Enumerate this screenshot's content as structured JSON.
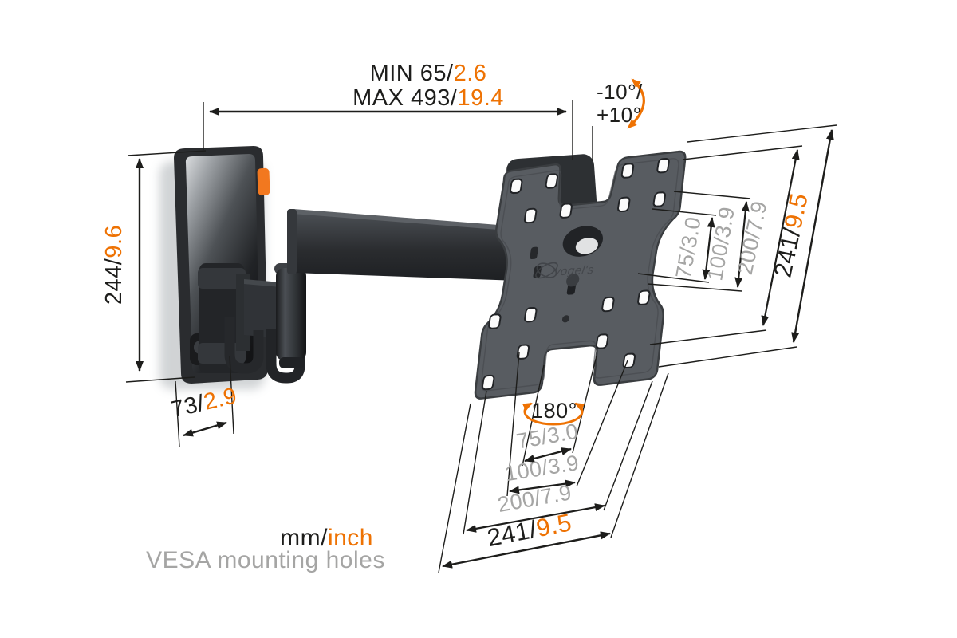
{
  "dimensions": {
    "extension": {
      "min_mm": "MIN 65/",
      "min_inch": "2.6",
      "max_mm": "MAX 493/",
      "max_inch": "19.4"
    },
    "tilt": {
      "line1": "-10°/",
      "line2": "+10°"
    },
    "bracket_height": {
      "mm": "244/",
      "inch": "9.6"
    },
    "bracket_width": {
      "mm": "73/",
      "inch": "2.9"
    },
    "swivel": "180°",
    "vesa_vertical": {
      "v75": "75/3.0",
      "v100": "100/3.9",
      "v200": "200/7.9",
      "v241_mm": "241/",
      "v241_inch": "9.5"
    },
    "vesa_horizontal": {
      "h75": "75/3.0",
      "h100": "100/3.9",
      "h200": "200/7.9",
      "h241_mm": "241/",
      "h241_inch": "9.5"
    }
  },
  "legend": {
    "units_mm": "mm/",
    "units_inch": "inch",
    "caption": "VESA mounting holes"
  },
  "branding": {
    "logo": "vogel's"
  },
  "colors": {
    "accent_orange": "#ee7203",
    "ink_black": "#1d1d1b",
    "muted_gray": "#a5a5a4",
    "product_dark": "#2a2c2f",
    "product_mid": "#585c61"
  }
}
